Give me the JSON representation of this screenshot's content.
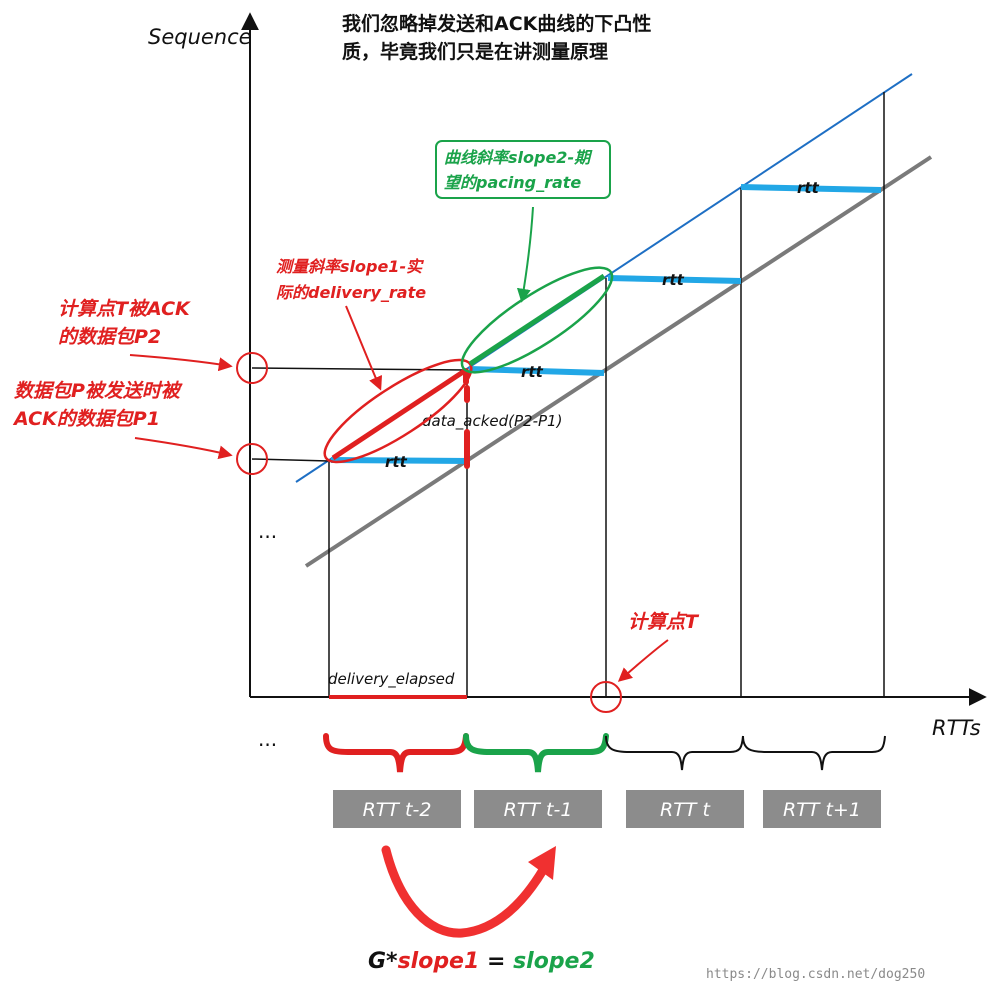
{
  "axes": {
    "y_label": "Sequence",
    "x_label": "RTTs",
    "y_ellipsis": "...",
    "x_ellipsis": "..."
  },
  "note": {
    "line1": "我们忽略掉发送和ACK曲线的下凸性",
    "line2": "质，毕竟我们只是在讲测量原理"
  },
  "green_box": {
    "line1": "曲线斜率slope2-期",
    "line2": "望的pacing_rate"
  },
  "red_annotation": {
    "line1": "测量斜率slope1-实",
    "line2": "际的delivery_rate"
  },
  "left_labels": {
    "p2_line1": "计算点T被ACK",
    "p2_line2": "的数据包P2",
    "p1_line1": "数据包P被发送时被",
    "p1_line2": "ACK的数据包P1"
  },
  "rtt_labels": [
    "rtt",
    "rtt",
    "rtt",
    "rtt"
  ],
  "data_acked": "data_acked(P2-P1)",
  "delivery_elapsed": "delivery_elapsed",
  "calc_point": "计算点T",
  "rtt_boxes": [
    "RTT t-2",
    "RTT t-1",
    "RTT t",
    "RTT t+1"
  ],
  "formula": {
    "g": "G*",
    "slope1": "slope1",
    "eq": " = ",
    "slope2": "slope2"
  },
  "watermark": "https://blog.csdn.net/dog250",
  "colors": {
    "red": "#e02020",
    "green": "#1aa34a",
    "blue_line": "#1e6fc4",
    "gray_line": "#7a7a7a",
    "rtt_bar": "#22a7e6",
    "box_gray": "#8c8c8c"
  }
}
